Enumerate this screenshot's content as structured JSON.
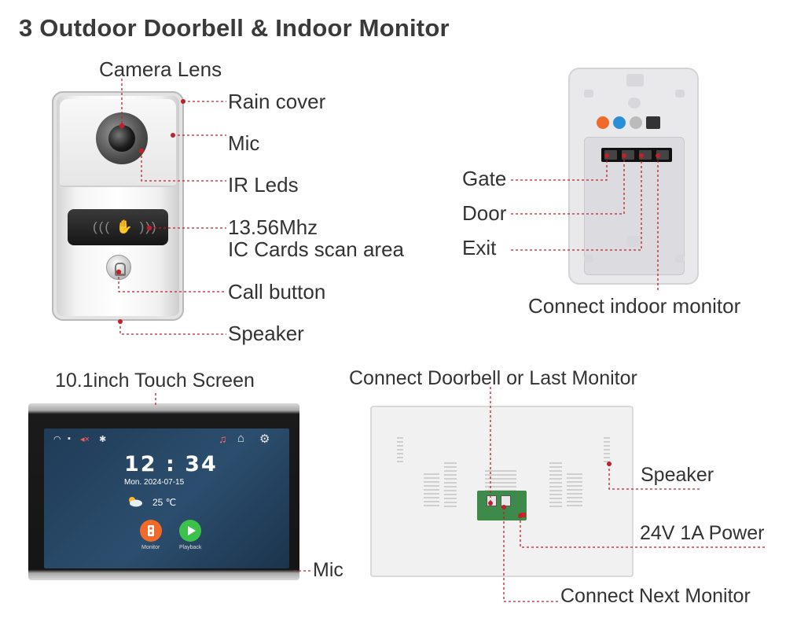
{
  "title": "3  Outdoor Doorbell & Indoor Monitor",
  "doorbell_labels": {
    "camera_lens": "Camera Lens",
    "rain_cover": "Rain cover",
    "mic": "Mic",
    "ir_leds": "IR Leds",
    "scan_line1": "13.56Mhz",
    "scan_line2": "IC Cards scan area",
    "call_button": "Call button",
    "speaker": "Speaker"
  },
  "backplate_labels": {
    "gate": "Gate",
    "door": "Door",
    "exit": "Exit",
    "connect_indoor_monitor": "Connect indoor monitor"
  },
  "monitor_front": {
    "touch_screen": "10.1inch Touch Screen",
    "mic": "Mic",
    "clock": "12 : 34",
    "date": "Mon.  2024-07-15",
    "temperature": "25 ℃",
    "app_monitor": "Monitor",
    "app_playback": "Playback"
  },
  "monitor_back_labels": {
    "connect_doorbell": "Connect Doorbell or Last Monitor",
    "speaker": "Speaker",
    "power": "24V 1A Power",
    "connect_next": "Connect Next Monitor"
  },
  "colors": {
    "leader_line": "#c0202a",
    "accent_orange": "#f26a2a",
    "accent_green": "#3cc24a"
  }
}
